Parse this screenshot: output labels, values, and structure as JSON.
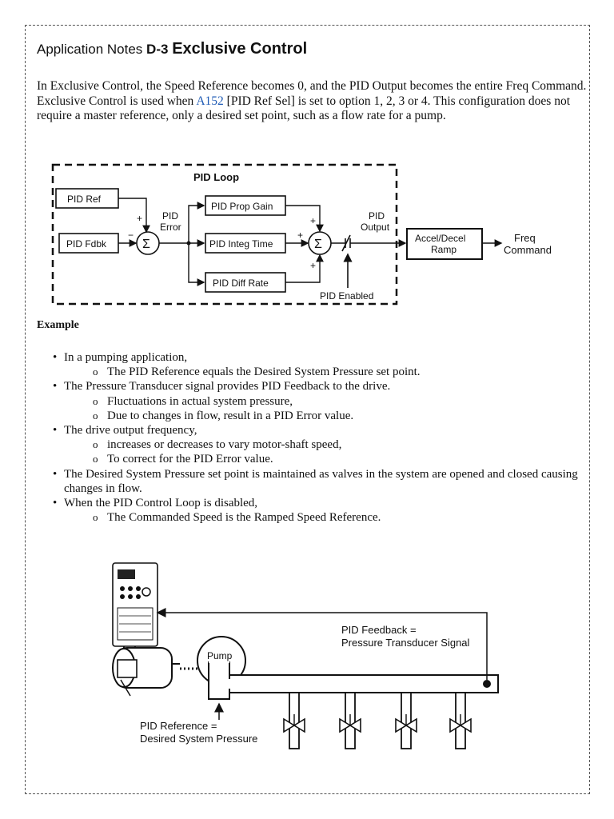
{
  "header": {
    "prefix": "Application Notes",
    "code": "D-3",
    "title": "Exclusive Control"
  },
  "intro": {
    "part1": "In Exclusive Control, the Speed Reference becomes 0, and the PID Output becomes the entire Freq Command. Exclusive Control is used when ",
    "link": "A152",
    "part2": " [PID Ref Sel] is set to option 1, 2, 3 or 4. This configuration does not require a master reference, only a desired set point, such as a flow rate for a pump."
  },
  "pid_diagram": {
    "loop_title": "PID Loop",
    "ref": "PID Ref",
    "fdbk": "PID Fdbk",
    "error_1": "PID",
    "error_2": "Error",
    "prop": "PID Prop Gain",
    "integ": "PID Integ Time",
    "diff": "PID Diff Rate",
    "output_1": "PID",
    "output_2": "Output",
    "ramp_1": "Accel/Decel",
    "ramp_2": "Ramp",
    "freq_1": "Freq",
    "freq_2": "Command",
    "enabled": "PID Enabled",
    "sigma": "Σ",
    "plus": "+",
    "minus": "−"
  },
  "example": {
    "heading": "Example",
    "bullet_glyph": "•",
    "sub_glyph": "o",
    "items": [
      {
        "level": 1,
        "text": "In a pumping application,"
      },
      {
        "level": 2,
        "text": "The PID Reference equals the Desired System Pressure set point."
      },
      {
        "level": 1,
        "text": "The Pressure Transducer signal provides PID Feedback to the drive."
      },
      {
        "level": 2,
        "text": "Fluctuations in actual system pressure,"
      },
      {
        "level": 2,
        "text": "Due to changes in flow, result in a PID Error value."
      },
      {
        "level": 1,
        "text": "The drive output frequency,"
      },
      {
        "level": 2,
        "text": "increases or decreases to vary motor-shaft speed,"
      },
      {
        "level": 2,
        "text": "To correct for the PID Error value."
      },
      {
        "level": 1,
        "text": "The Desired System Pressure set point is maintained as valves in the system are opened and closed causing changes in flow."
      },
      {
        "level": 1,
        "text": "When the PID Control Loop is disabled,"
      },
      {
        "level": 2,
        "text": "The Commanded Speed is the Ramped Speed Reference."
      }
    ]
  },
  "system_diagram": {
    "pump": "Pump",
    "feedback_1": "PID Feedback =",
    "feedback_2": "Pressure Transducer Signal",
    "reference_1": "PID Reference =",
    "reference_2": "Desired System Pressure"
  }
}
